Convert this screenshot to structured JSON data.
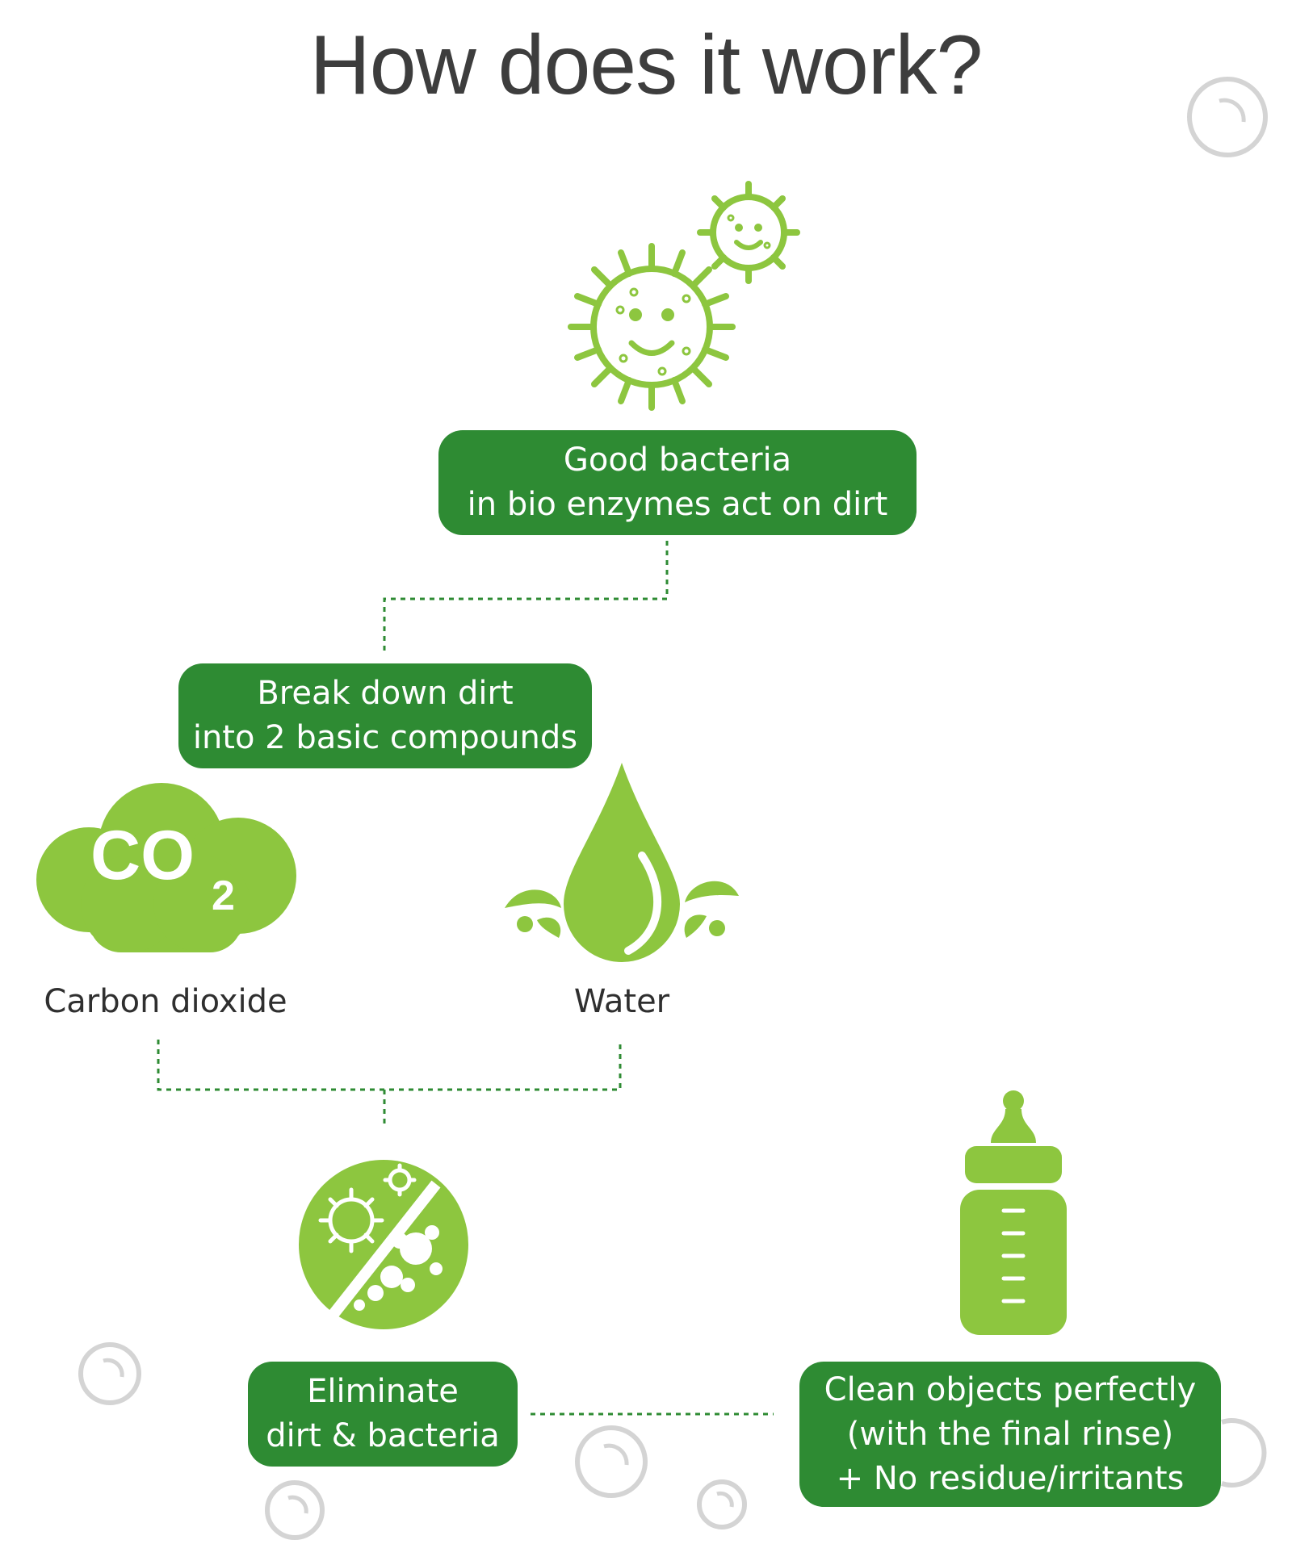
{
  "title": "How does it work?",
  "steps": {
    "good_bacteria": {
      "line1": "Good bacteria",
      "line2": "in bio enzymes act on dirt"
    },
    "break_down": {
      "line1": "Break down dirt",
      "line2": "into 2 basic compounds"
    },
    "eliminate": {
      "line1": "Eliminate",
      "line2": "dirt & bacteria"
    },
    "clean": {
      "line1": "Clean objects perfectly",
      "line2": "(with the final rinse)",
      "line3": "+ No residue/irritants"
    }
  },
  "compounds": {
    "carbon_dioxide": {
      "label": "Carbon dioxide",
      "icon_text": "CO",
      "subscript": "2"
    },
    "water": {
      "label": "Water"
    }
  },
  "colors": {
    "dark_green": "#2e8b33",
    "light_green": "#8dc63f",
    "title_gray": "#3d3d3d",
    "bubble_gray": "#d6d6d6"
  },
  "icons": [
    "bacteria-icon",
    "co2-cloud-icon",
    "water-drop-icon",
    "no-germs-icon",
    "baby-bottle-icon",
    "bubble-icon"
  ]
}
